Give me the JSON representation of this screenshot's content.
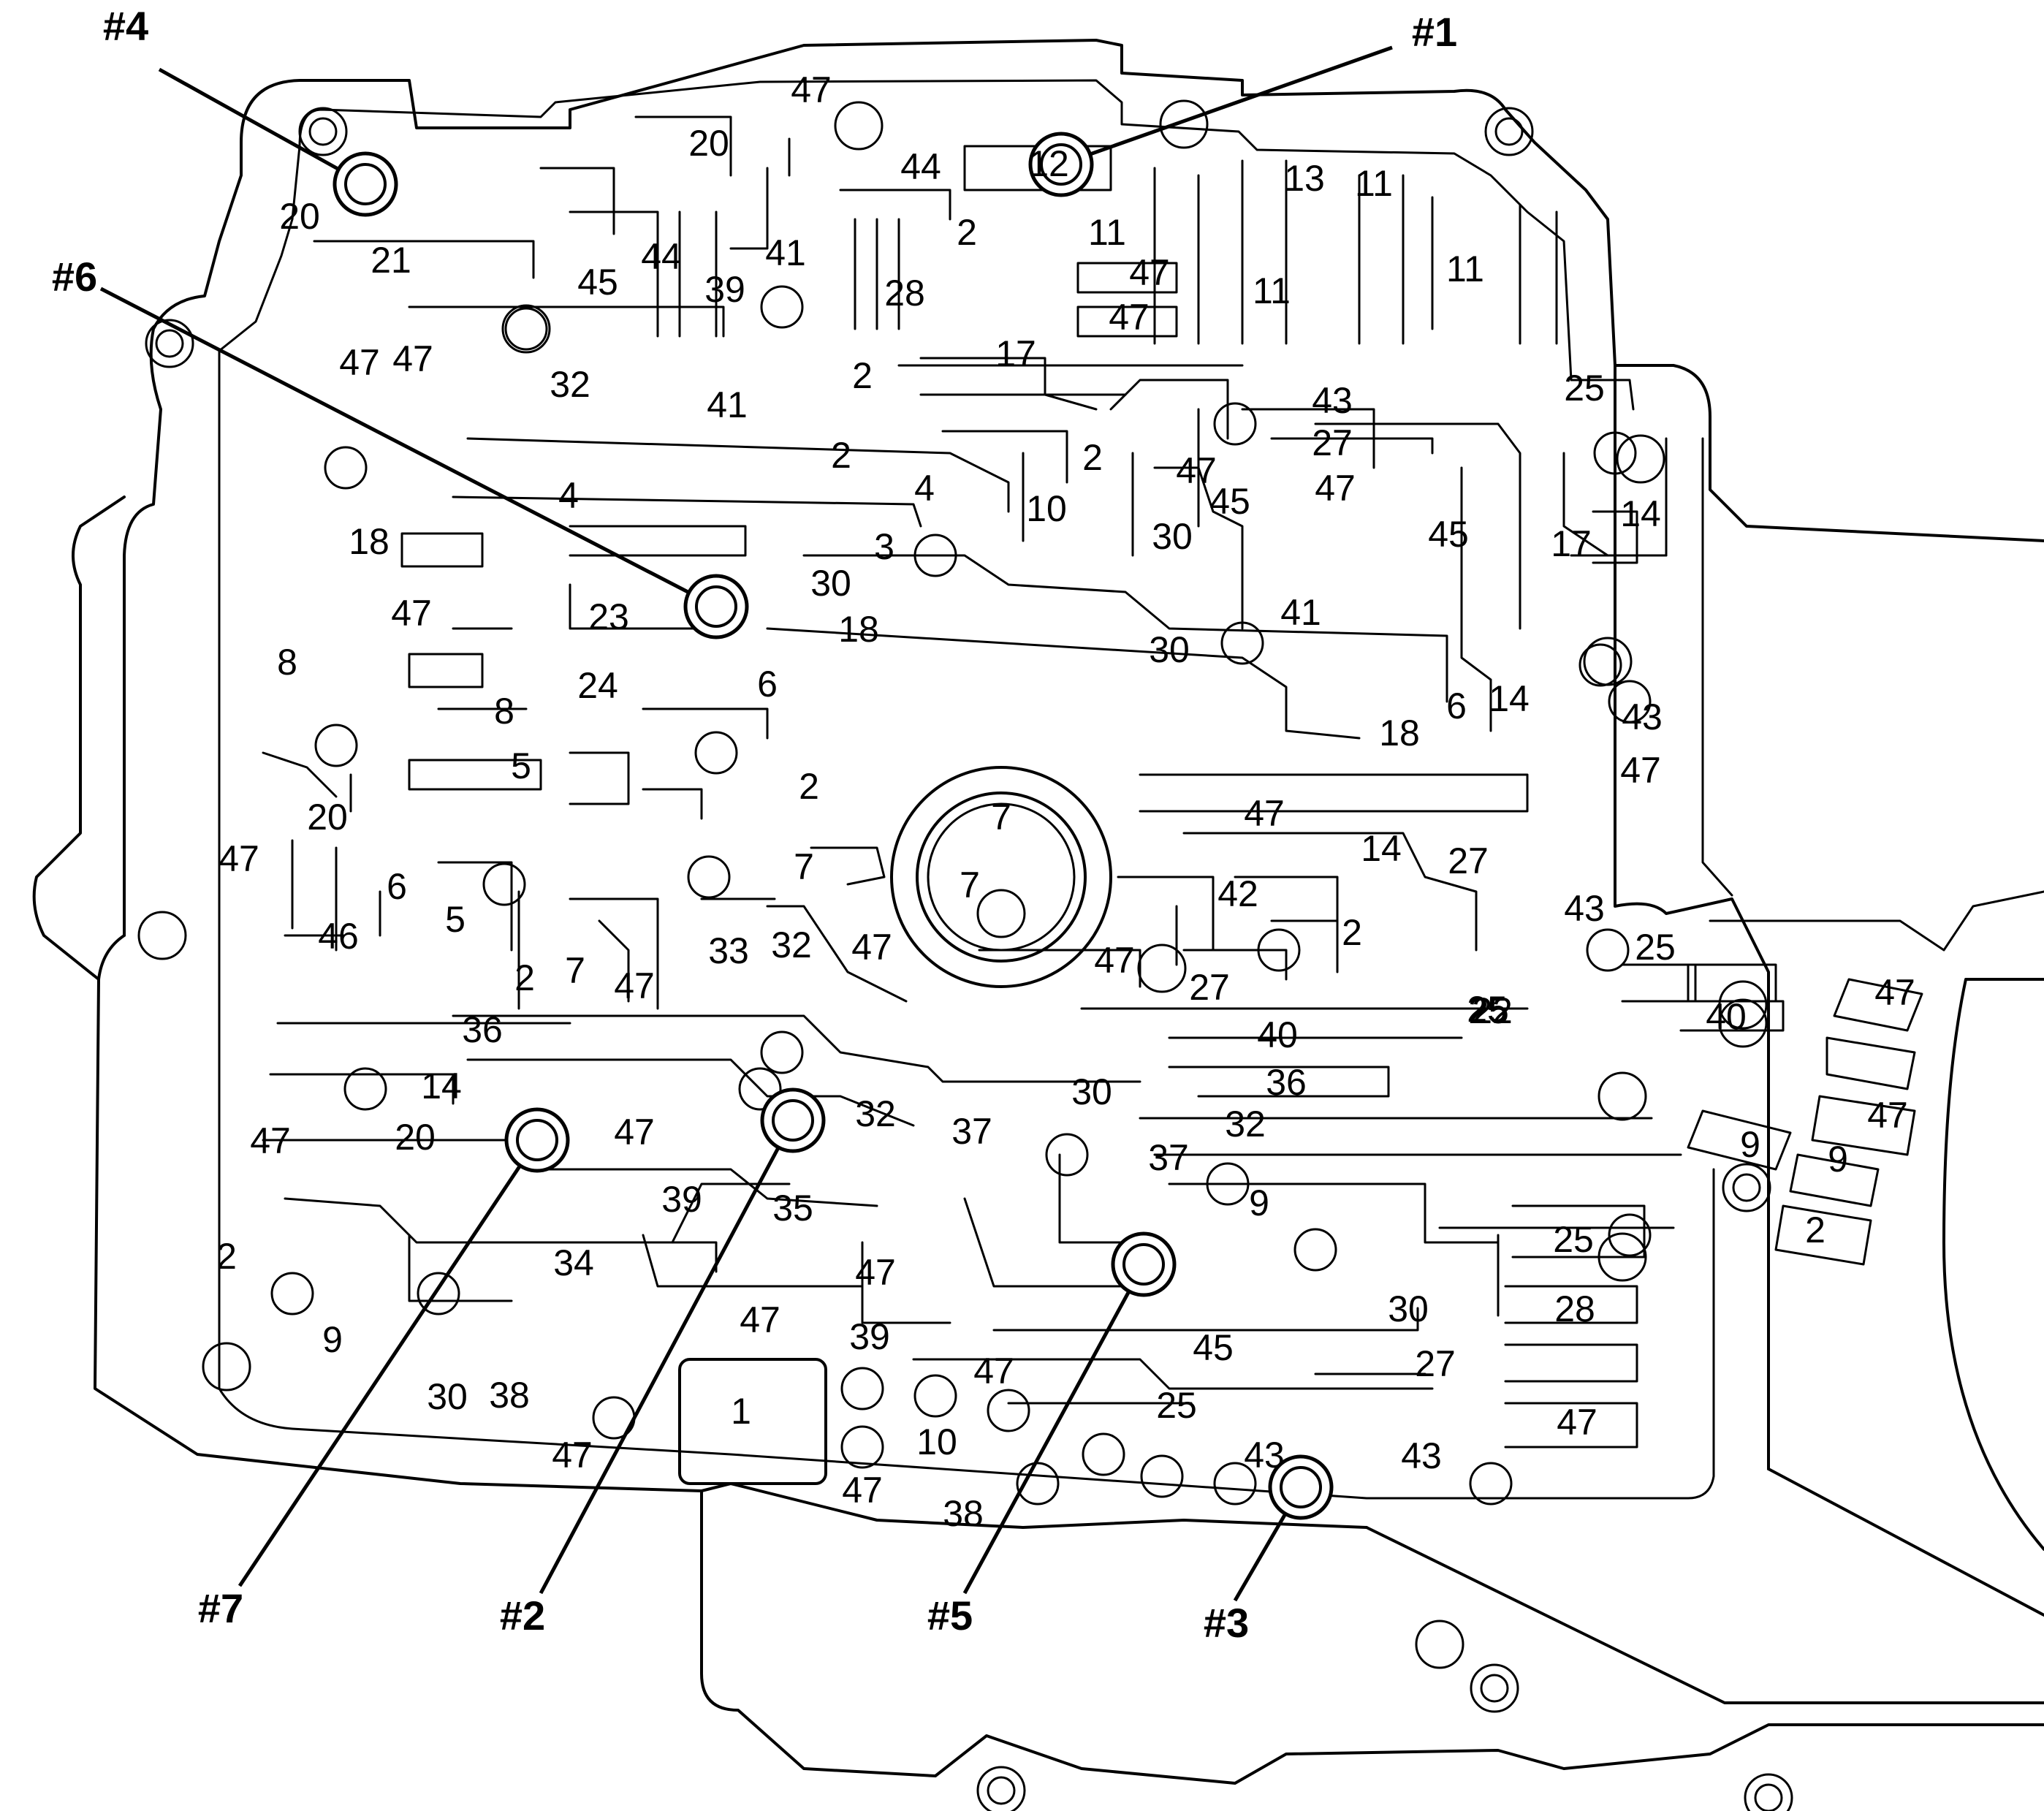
{
  "callouts": [
    {
      "id": "c1",
      "text": "#1"
    },
    {
      "id": "c2",
      "text": "#2"
    },
    {
      "id": "c3",
      "text": "#3"
    },
    {
      "id": "c4",
      "text": "#4"
    },
    {
      "id": "c5",
      "text": "#5"
    },
    {
      "id": "c6",
      "text": "#6"
    },
    {
      "id": "c7",
      "text": "#7"
    }
  ],
  "passage_labels": [
    "47",
    "20",
    "12",
    "44",
    "2",
    "11",
    "13",
    "11",
    "45",
    "44",
    "39",
    "41",
    "28",
    "47",
    "11",
    "11",
    "47",
    "17",
    "21",
    "20",
    "47",
    "47",
    "32",
    "41",
    "2",
    "2",
    "43",
    "27",
    "25",
    "2",
    "4",
    "4",
    "10",
    "47",
    "45",
    "47",
    "45",
    "14",
    "18",
    "3",
    "30",
    "30",
    "17",
    "47",
    "23",
    "18",
    "41",
    "30",
    "8",
    "24",
    "6",
    "6",
    "14",
    "8",
    "18",
    "43",
    "5",
    "2",
    "7",
    "47",
    "47",
    "20",
    "7",
    "14",
    "27",
    "47",
    "6",
    "5",
    "42",
    "43",
    "2",
    "7",
    "7",
    "25",
    "46",
    "33",
    "32",
    "47",
    "47",
    "27",
    "47",
    "2",
    "36",
    "25",
    "40",
    "25",
    "40",
    "47",
    "22",
    "14",
    "36",
    "30",
    "32",
    "32",
    "20",
    "47",
    "47",
    "37",
    "37",
    "9",
    "47",
    "9",
    "39",
    "35",
    "9",
    "2",
    "2",
    "34",
    "47",
    "25",
    "30",
    "9",
    "47",
    "28",
    "39",
    "45",
    "27",
    "47",
    "30",
    "38",
    "1",
    "10",
    "25",
    "47",
    "43",
    "43",
    "47",
    "47",
    "38"
  ]
}
